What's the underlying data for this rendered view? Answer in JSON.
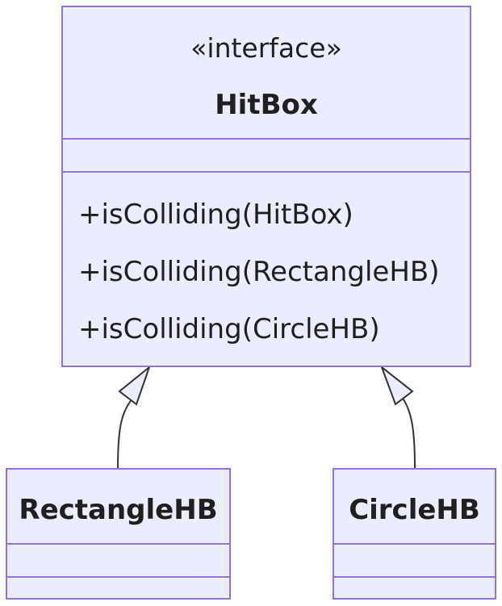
{
  "classes": {
    "hitbox": {
      "stereotype": "«interface»",
      "name": "HitBox",
      "methods": [
        "+isColliding(HitBox)",
        "+isColliding(RectangleHB)",
        "+isColliding(CircleHB)"
      ]
    },
    "rectangle": {
      "name": "RectangleHB"
    },
    "circle": {
      "name": "CircleHB"
    }
  },
  "relations": [
    {
      "from": "RectangleHB",
      "to": "HitBox",
      "type": "realization"
    },
    {
      "from": "CircleHB",
      "to": "HitBox",
      "type": "realization"
    }
  ],
  "colors": {
    "fill": "#ececff",
    "stroke": "#9370db",
    "edge": "#333333",
    "text": "#1f1f1f"
  }
}
